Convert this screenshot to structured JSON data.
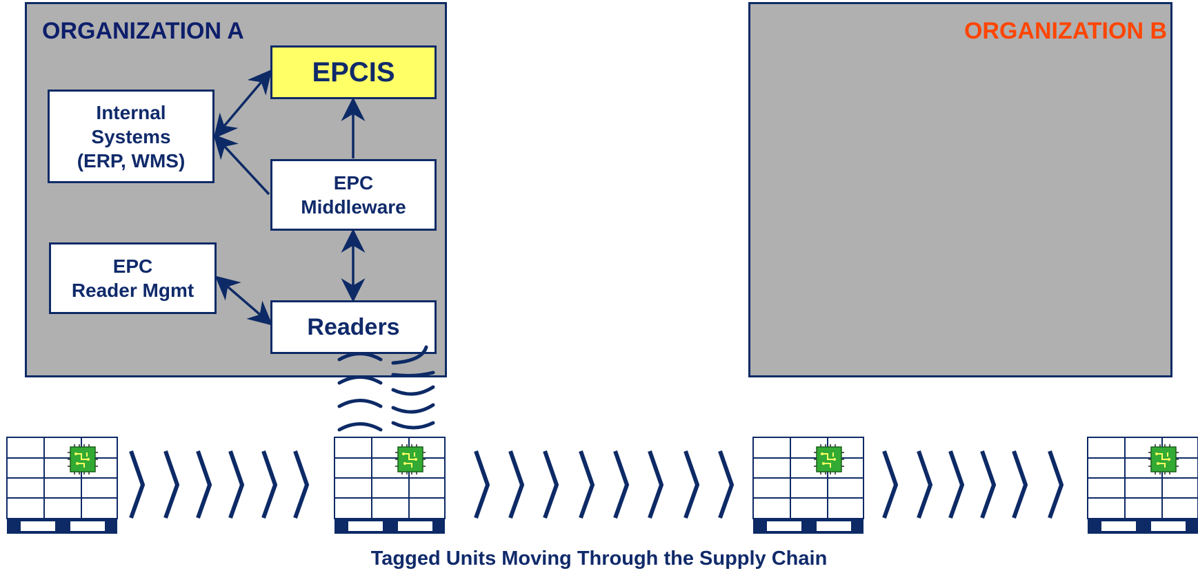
{
  "org_a": {
    "title": "ORGANIZATION A",
    "title_color": "#0d1e6b",
    "boxes": {
      "epcis": "EPCIS",
      "internal_systems": [
        "Internal",
        "Systems",
        "(ERP, WMS)"
      ],
      "middleware": [
        "EPC",
        "Middleware"
      ],
      "reader_mgmt": [
        "EPC",
        "Reader Mgmt"
      ],
      "readers": "Readers"
    }
  },
  "org_b": {
    "title": "ORGANIZATION B",
    "title_color": "#ff4500"
  },
  "caption": "Tagged Units Moving Through the Supply Chain",
  "colors": {
    "panel_fill": "#b0b0b0",
    "border": "#0d2a66",
    "epcis_fill": "#ffff66",
    "text": "#102a6a",
    "tag_fill": "#33aa33"
  },
  "icons": [
    "rfid-tag-icon",
    "pallet-icon",
    "chevron-right-icon",
    "radio-wave-icon"
  ]
}
